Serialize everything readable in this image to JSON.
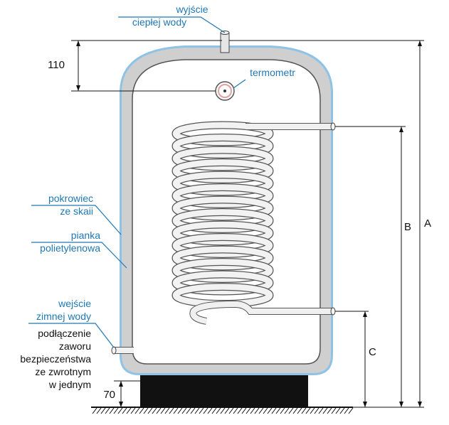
{
  "labels": {
    "hot_water_outlet": [
      "wyjście",
      "ciepłej wody"
    ],
    "thermometer": "termometr",
    "skai_cover": [
      "pokrowiec",
      "ze skaii"
    ],
    "pe_foam": [
      "pianka",
      "polietylenowa"
    ],
    "cold_water_inlet": [
      "wejście",
      "zimnej wody",
      "podłączenie",
      "zaworu",
      "bezpieczeństwa",
      "ze zwrotnym",
      "w jednym"
    ]
  },
  "dimensions": {
    "top_offset": "110",
    "bottom_offset": "70",
    "A": "A",
    "B": "B",
    "C": "C"
  },
  "colors": {
    "insulation": "#c9c9c9",
    "cover": "#8ec3e6",
    "accent": "#1f78b4",
    "tank_body": "#ffffff",
    "base": "#111111"
  }
}
